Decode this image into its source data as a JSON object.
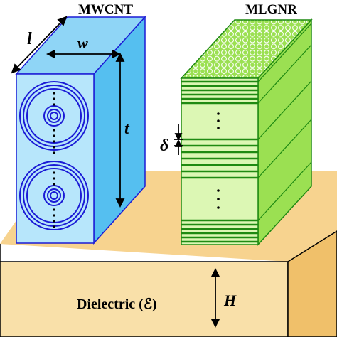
{
  "labels": {
    "mwcnt": "MWCNT",
    "mlgnr": "MLGNR",
    "length": "l",
    "width": "w",
    "thickness": "t",
    "spacing": "δ",
    "dielectric": "Dielectric (ℰ)",
    "height": "H",
    "ellipsis": "⋮"
  },
  "colors": {
    "dielectric_top": "#f7d38f",
    "dielectric_front": "#f9e0a9",
    "dielectric_side": "#f0c06a",
    "cnt_front": "#b7e6fb",
    "cnt_side": "#55bff0",
    "cnt_top": "#8fd5f6",
    "cnt_ring": "#1b1bd6",
    "gnr_front": "#dcf7b4",
    "gnr_side": "#9be052",
    "gnr_top": "#9be052",
    "gnr_layer": "#1f8a12",
    "outline": "#000000"
  }
}
